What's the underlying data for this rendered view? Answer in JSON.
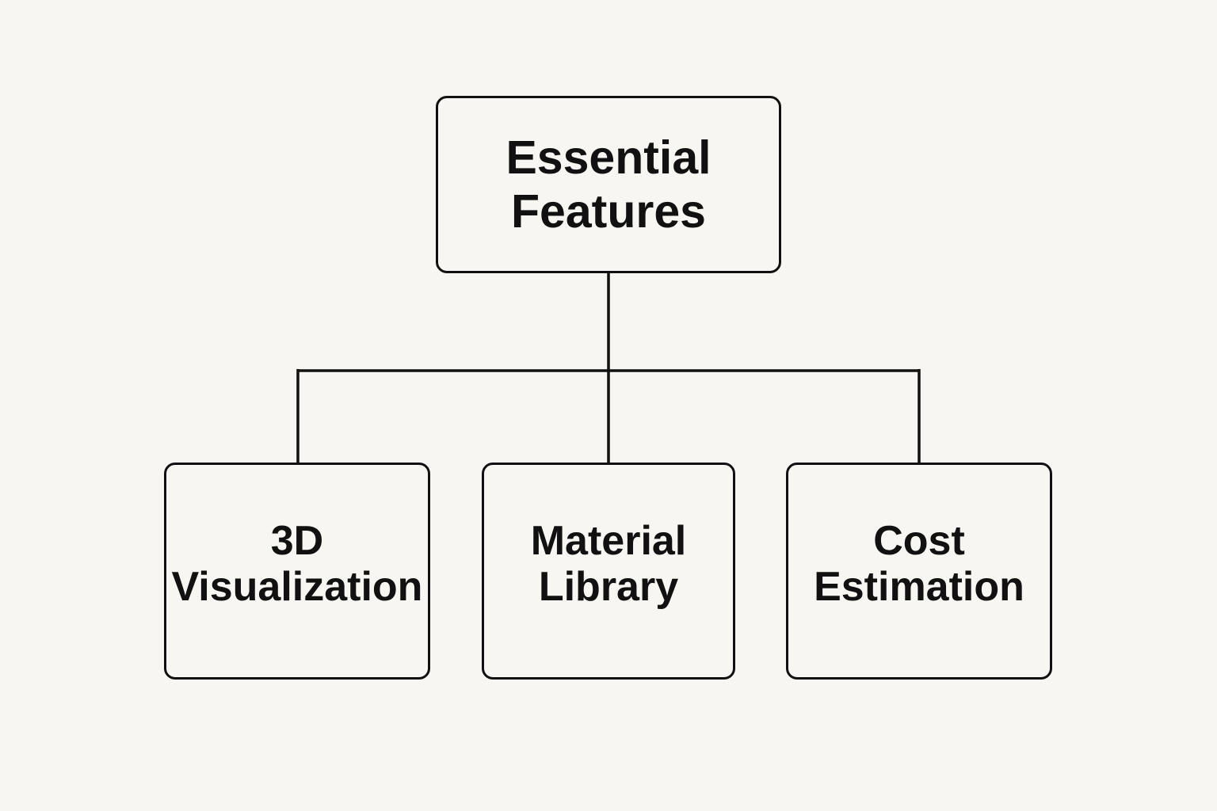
{
  "diagram": {
    "root": {
      "lines": [
        "Essential",
        "Features"
      ]
    },
    "children": [
      {
        "lines": [
          "3D",
          "Visualization"
        ]
      },
      {
        "lines": [
          "Material",
          "Library"
        ]
      },
      {
        "lines": [
          "Cost",
          "Estimation"
        ]
      }
    ]
  },
  "colors": {
    "background": "#f8f6f2",
    "stroke": "#111111",
    "text": "#111111"
  }
}
